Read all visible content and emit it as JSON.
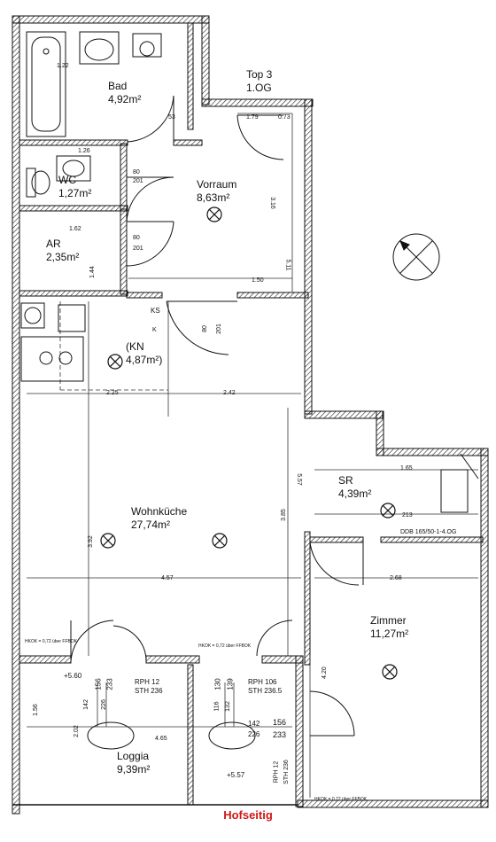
{
  "unit": {
    "top": "Top 3",
    "floor": "1.OG"
  },
  "rooms": {
    "bad": {
      "name": "Bad",
      "area": "4,92m²"
    },
    "wc": {
      "name": "WC",
      "area": "1,27m²"
    },
    "vorraum": {
      "name": "Vorraum",
      "area": "8,63m²"
    },
    "ar": {
      "name": "AR",
      "area": "2,35m²"
    },
    "kn": {
      "name": "(KN",
      "area": "4,87m²)"
    },
    "sr": {
      "name": "SR",
      "area": "4,39m²"
    },
    "wohnkueche": {
      "name": "Wohnküche",
      "area": "27,74m²"
    },
    "zimmer": {
      "name": "Zimmer",
      "area": "11,27m²"
    },
    "loggia": {
      "name": "Loggia",
      "area": "9,39m²"
    }
  },
  "dimensions": {
    "d_122": "1.22",
    "d_126": "1.26",
    "d_079": "1.79",
    "d_073": "0.73",
    "d_153": "53",
    "d_316": "3.16",
    "d_511": "5.11",
    "d_150": "1.50",
    "d_162": "1.62",
    "d_144": "1.44",
    "d_225": "2.25",
    "d_242": "2.42",
    "d_385": "3.85",
    "d_557": "5.57",
    "d_457": "4.57",
    "d_268": "2.68",
    "d_165": "1.65",
    "d_465": "4.65",
    "d_156": "1.56",
    "d_202": "2.02",
    "d_392": "3.92",
    "d_420": "4.20",
    "d_80a": "80",
    "d_201a": "201",
    "d_80b": "80",
    "d_201b": "201",
    "d_80c": "80",
    "d_201c": "201",
    "d_213": "213"
  },
  "loggia_labels": {
    "rph_left": "RPH 12",
    "sth_left": "STH 236",
    "rph_right": "RPH 106",
    "sth_right": "STH 236.5",
    "rph_side": "RPH 12",
    "sth_side": "STH 236",
    "num_156a": "156",
    "num_233a": "233",
    "num_142a": "142",
    "num_226a": "226",
    "num_130": "130",
    "num_139": "139",
    "num_116": "116",
    "num_132": "132",
    "num_142b": "142",
    "num_156b": "156",
    "num_226b": "226",
    "num_233b": "233",
    "level_top": "+5.60",
    "level_bottom": "+5.57",
    "hkok_left": "HKOK = 0,72 über FFBOK",
    "hkok_mid": "HKOK = 0,72 über FFBOK",
    "hkok_right": "HKOK = 0,72 über FFBOK"
  },
  "misc": {
    "ks": "KS",
    "k": "K",
    "ddb": "DDB 165/50-1-4.OG",
    "wc_dim": "1.26"
  },
  "footer": {
    "text": "Hofseitig"
  }
}
